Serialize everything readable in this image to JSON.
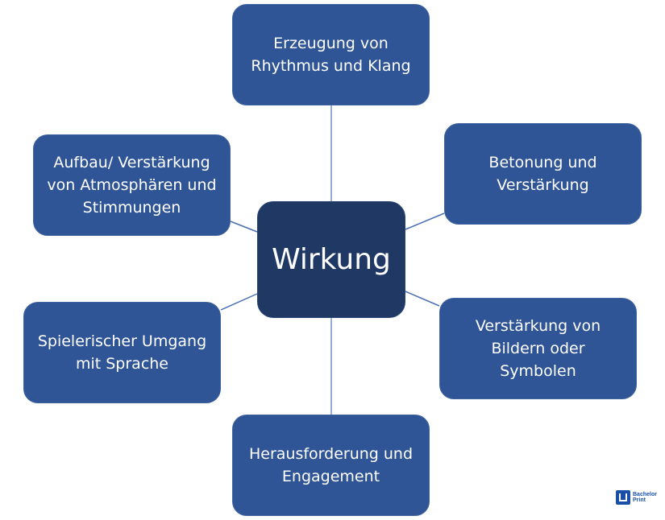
{
  "diagram": {
    "type": "mind-map",
    "center": {
      "label": "Wirkung",
      "color": "#1F3864"
    },
    "node_color": "#2F5597",
    "line_color": "#4472C4",
    "nodes": [
      {
        "id": "top",
        "label": "Erzeugung von\nRhythmus und Klang"
      },
      {
        "id": "right-upper",
        "label": "Betonung und\nVerstärkung"
      },
      {
        "id": "right-lower",
        "label": "Verstärkung von\nBildern oder\nSymbolen"
      },
      {
        "id": "bottom",
        "label": "Herausforderung und\nEngagement"
      },
      {
        "id": "left-lower",
        "label": "Spielerischer Umgang\nmit Sprache"
      },
      {
        "id": "left-upper",
        "label": "Aufbau/ Verstärkung\nvon Atmosphären und\nStimmungen"
      }
    ]
  },
  "logo": {
    "line1": "Bachelor",
    "line2": "Print"
  }
}
